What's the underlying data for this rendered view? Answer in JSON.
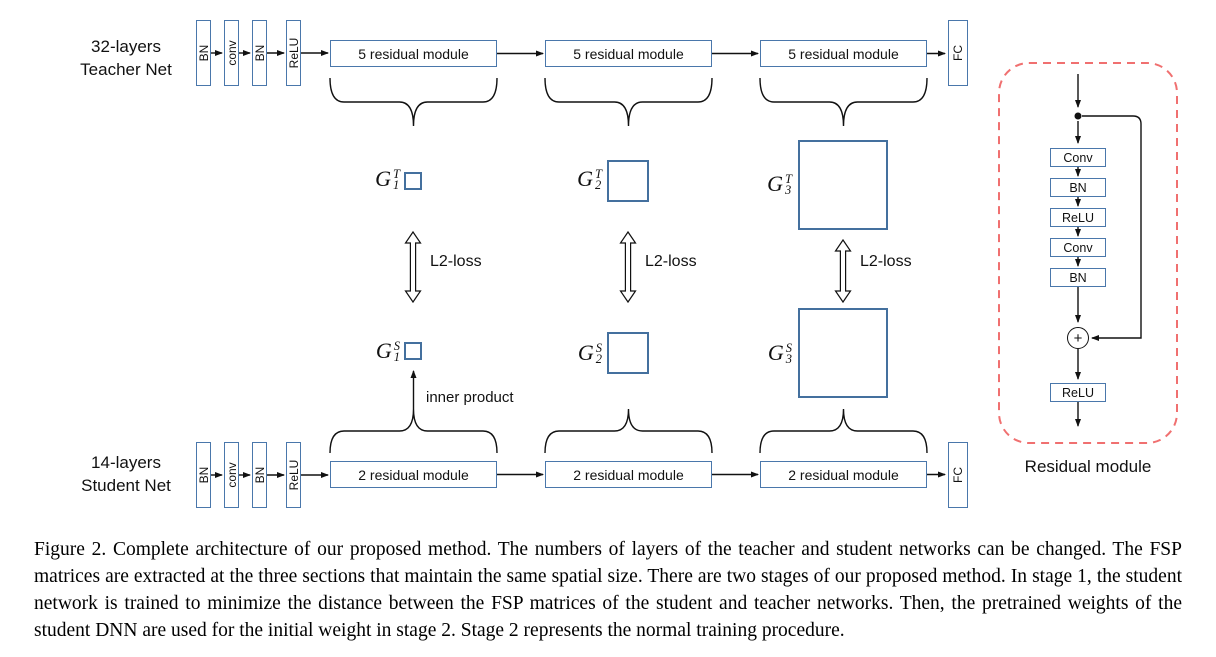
{
  "teacher_net": {
    "size_label": "32-layers",
    "name_label": "Teacher Net",
    "stem": [
      "BN",
      "conv",
      "BN",
      "ReLU"
    ],
    "modules": [
      "5 residual module",
      "5 residual module",
      "5 residual module"
    ],
    "fc_label": "FC"
  },
  "student_net": {
    "size_label": "14-layers",
    "name_label": "Student Net",
    "stem": [
      "BN",
      "conv",
      "BN",
      "ReLU"
    ],
    "modules": [
      "2 residual module",
      "2 residual module",
      "2 residual module"
    ],
    "fc_label": "FC"
  },
  "fsp": {
    "l2_loss_labels": [
      "L2-loss",
      "L2-loss",
      "L2-loss"
    ],
    "inner_product_label": "inner product",
    "teacher_matrices": [
      {
        "base": "G",
        "sub": "1",
        "sup": "T"
      },
      {
        "base": "G",
        "sub": "2",
        "sup": "T"
      },
      {
        "base": "G",
        "sub": "3",
        "sup": "T"
      }
    ],
    "student_matrices": [
      {
        "base": "G",
        "sub": "1",
        "sup": "S"
      },
      {
        "base": "G",
        "sub": "2",
        "sup": "S"
      },
      {
        "base": "G",
        "sub": "3",
        "sup": "S"
      }
    ]
  },
  "residual_detail": {
    "layers": [
      "Conv",
      "BN",
      "ReLU",
      "Conv",
      "BN"
    ],
    "sum_symbol": "+",
    "output_layer": "ReLU",
    "title": "Residual module"
  },
  "caption": "Figure 2. Complete architecture of our proposed method. The numbers of layers of the teacher and student networks can be changed. The FSP matrices are extracted at the three sections that maintain the same spatial size. There are two stages of our proposed method. In stage 1, the student network is trained to minimize the distance between the FSP matrices of the student and teacher networks. Then, the pretrained weights of the student DNN are used for the initial weight in stage 2. Stage 2 represents the normal training procedure.",
  "colors": {
    "module_border": "#4a77ab",
    "matrix_border": "#44709e",
    "detail_panel_border": "#f07070",
    "line_color": "#111111"
  }
}
